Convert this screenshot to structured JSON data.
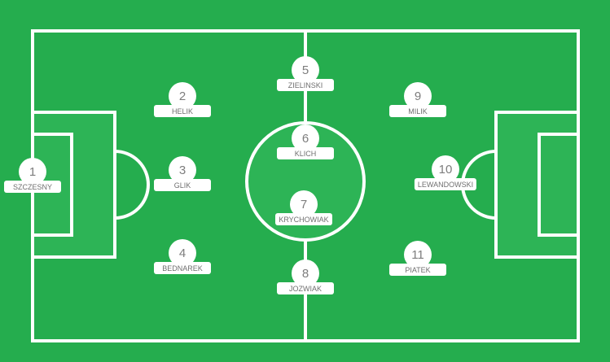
{
  "colors": {
    "pitch": "#25ad4e",
    "pitch_area": "#2db456",
    "lines": "#ffffff",
    "badge": "#ffffff",
    "text": "#777777"
  },
  "players": [
    {
      "id": "p1",
      "number": "1",
      "name": "SZCZESNY"
    },
    {
      "id": "p2",
      "number": "2",
      "name": "HELIK"
    },
    {
      "id": "p3",
      "number": "3",
      "name": "GLIK"
    },
    {
      "id": "p4",
      "number": "4",
      "name": "BEDNAREK"
    },
    {
      "id": "p5",
      "number": "5",
      "name": "ZIELINSKI"
    },
    {
      "id": "p6",
      "number": "6",
      "name": "KLICH"
    },
    {
      "id": "p7",
      "number": "7",
      "name": "KRYCHOWIAK"
    },
    {
      "id": "p8",
      "number": "8",
      "name": "JOZWIAK"
    },
    {
      "id": "p9",
      "number": "9",
      "name": "MILIK"
    },
    {
      "id": "p10",
      "number": "10",
      "name": "LEWANDOWSKI"
    },
    {
      "id": "p11",
      "number": "11",
      "name": "PIATEK"
    }
  ]
}
